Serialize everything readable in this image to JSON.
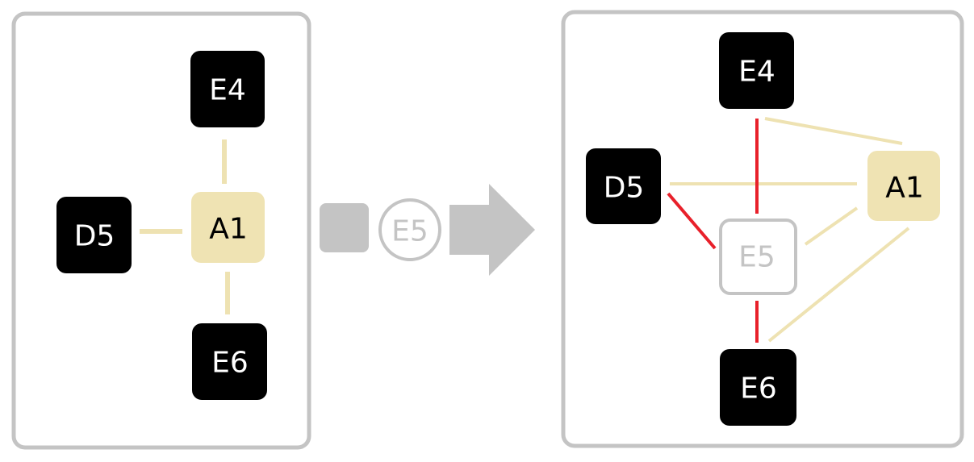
{
  "colors": {
    "panel_border": "#c4c4c4",
    "dark_node": "#000000",
    "highlight_node": "#efe3b3",
    "beige_edge": "#eee2b2",
    "red_edge": "#e8202a",
    "removed_node": "#c4c4c4"
  },
  "before": {
    "nodes": {
      "e4": "E4",
      "d5": "D5",
      "a1": "A1",
      "e6": "E6"
    }
  },
  "operation": {
    "node_label": "E5"
  },
  "after": {
    "nodes": {
      "e4": "E4",
      "d5": "D5",
      "a1": "A1",
      "e5": "E5",
      "e6": "E6"
    }
  }
}
